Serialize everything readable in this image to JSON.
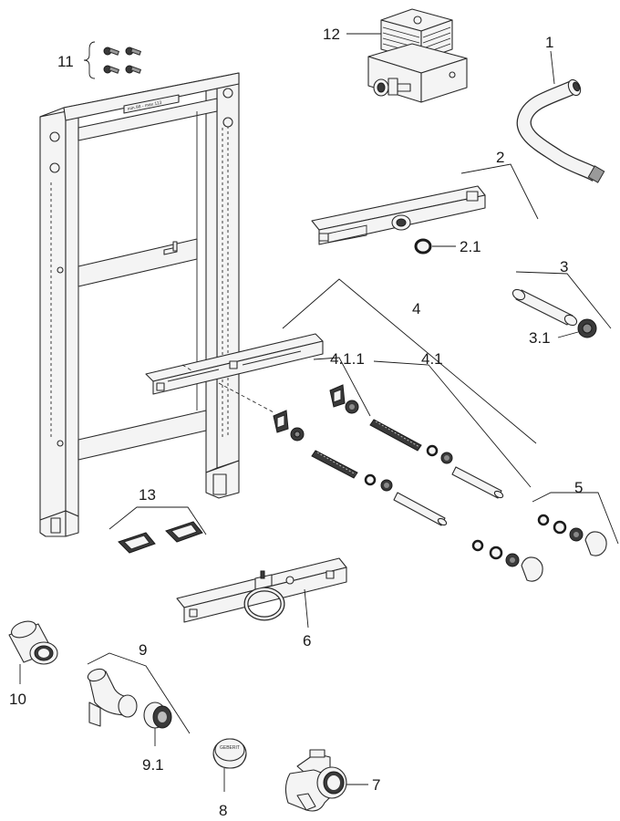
{
  "diagram": {
    "frame_marking": "min.98 - max.113",
    "logo_text": "GEBERIT",
    "callouts": {
      "c1": "1",
      "c2": "2",
      "c2_1": "2.1",
      "c3": "3",
      "c3_1": "3.1",
      "c4": "4",
      "c4_1": "4.1",
      "c4_1_1": "4.1.1",
      "c5": "5",
      "c6": "6",
      "c7": "7",
      "c8": "8",
      "c9": "9",
      "c9_1": "9.1",
      "c10": "10",
      "c11": "11",
      "c12": "12",
      "c13": "13"
    }
  }
}
